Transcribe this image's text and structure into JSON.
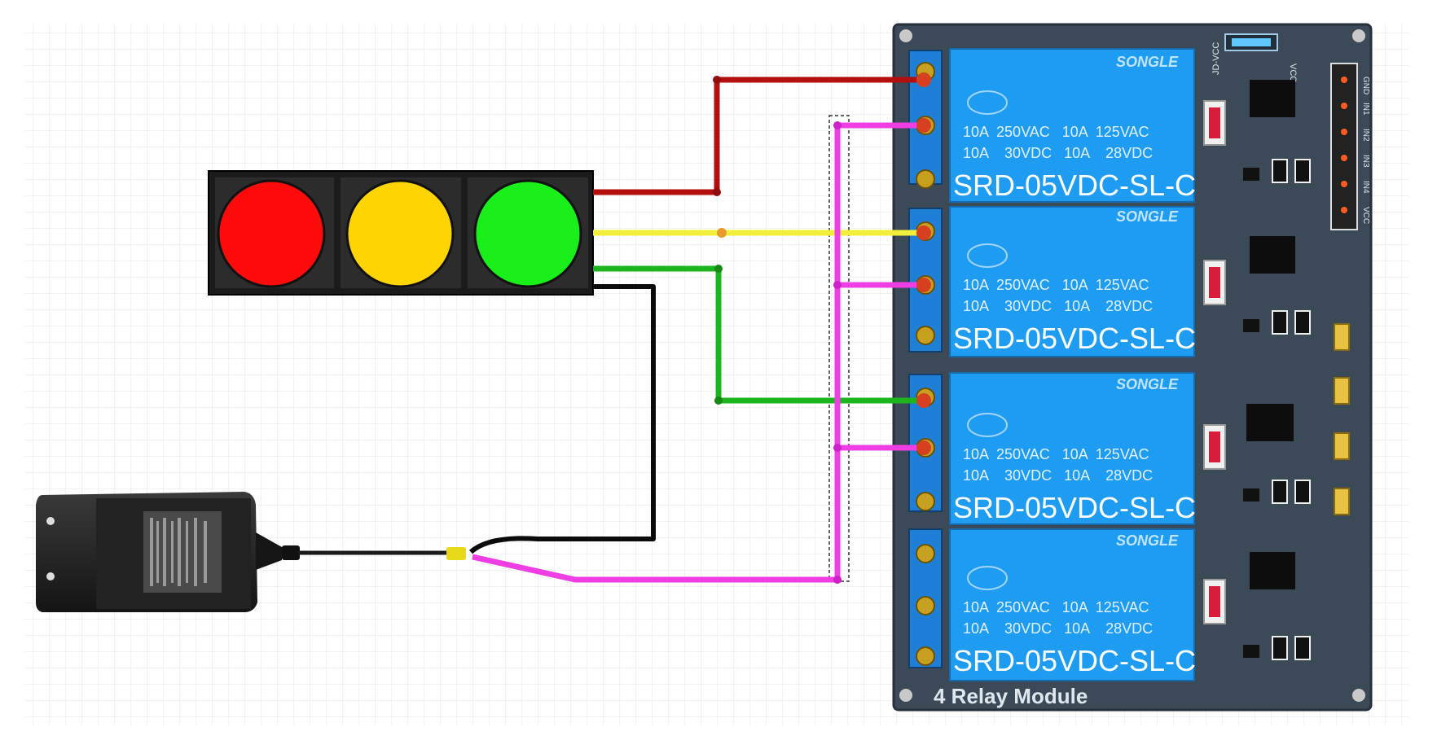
{
  "module": {
    "title": "4 Relay Module",
    "jumper_labels": [
      "JD-VCC",
      "VCC"
    ],
    "header_pins": [
      "GND",
      "IN1",
      "IN2",
      "IN3",
      "IN4",
      "VCC"
    ]
  },
  "relays": [
    {
      "brand": "SONGLE",
      "rating_top": "10A  250VAC   10A  125VAC",
      "rating_bottom": "10A    30VDC   10A    28VDC",
      "model": "SRD-05VDC-SL-C"
    },
    {
      "brand": "SONGLE",
      "rating_top": "10A  250VAC   10A  125VAC",
      "rating_bottom": "10A    30VDC   10A    28VDC",
      "model": "SRD-05VDC-SL-C"
    },
    {
      "brand": "SONGLE",
      "rating_top": "10A  250VAC   10A  125VAC",
      "rating_bottom": "10A    30VDC   10A    28VDC",
      "model": "SRD-05VDC-SL-C"
    },
    {
      "brand": "SONGLE",
      "rating_top": "10A  250VAC   10A  125VAC",
      "rating_bottom": "10A    30VDC   10A    28VDC",
      "model": "SRD-05VDC-SL-C"
    }
  ],
  "traffic_light": {
    "lamps": [
      "red",
      "yellow",
      "green"
    ]
  },
  "wire_colors": {
    "red": "#b30f0f",
    "yellow": "#f2ef3a",
    "green": "#1db51d",
    "black": "#0b0b0b",
    "magenta": "#ef3fe4"
  },
  "colors": {
    "board": "#3c4a58",
    "relay": "#1e9cf2",
    "terminal": "#1f7fd6",
    "lamp_red": "#ff0a0a",
    "lamp_yellow": "#ffd400",
    "lamp_green": "#19f019"
  }
}
